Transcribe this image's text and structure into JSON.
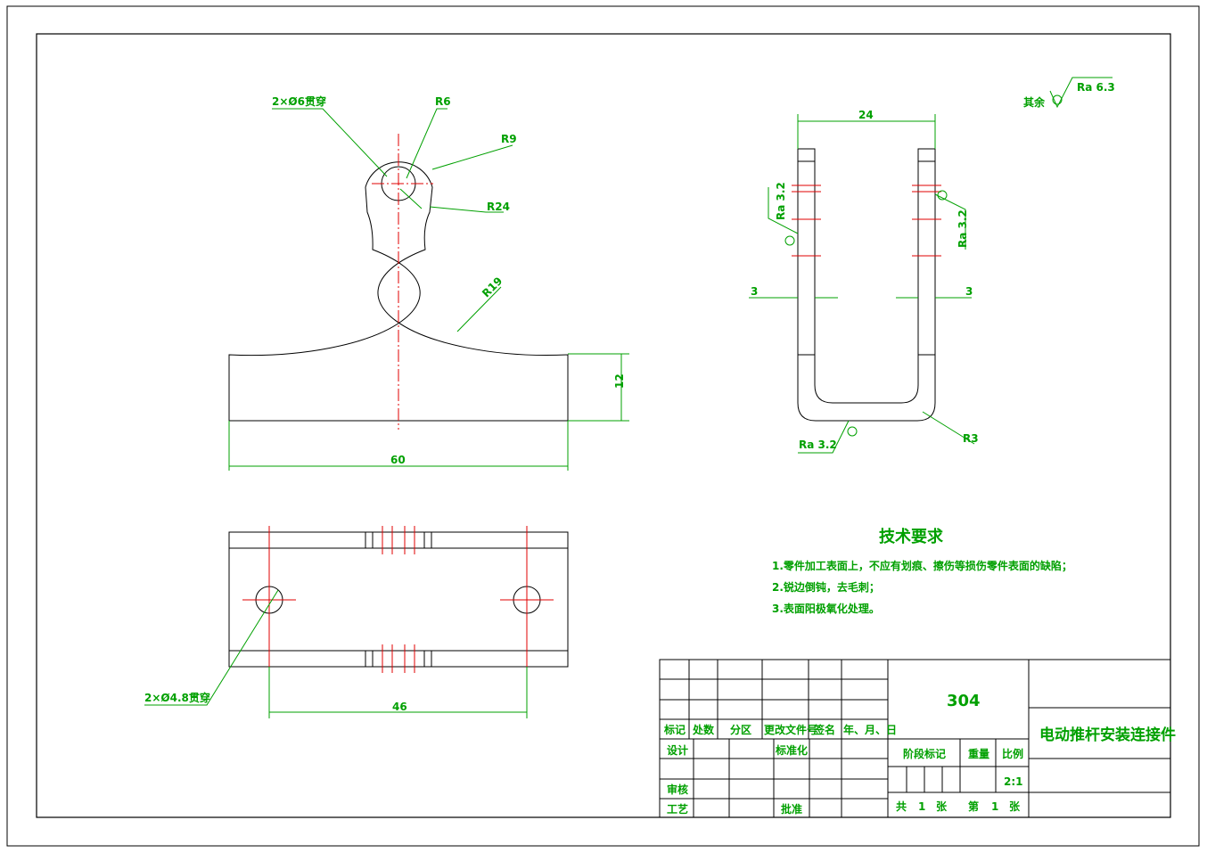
{
  "drawing": {
    "part_number": "304",
    "part_name": "电动推杆安装连接件",
    "scale_label": "比例",
    "scale_value": "2:1",
    "stage_label": "阶段标记",
    "weight_label": "重量",
    "sheets": {
      "total_prefix": "共",
      "total": "1",
      "total_suffix": "张",
      "current_prefix": "第",
      "current": "1",
      "current_suffix": "张"
    }
  },
  "front_view": {
    "callout_hole": "2×Ø6贯穿",
    "callout_r6": "R6",
    "callout_r9": "R9",
    "callout_r24": "R24",
    "callout_r19": "R19",
    "dim_width": "60",
    "dim_height": "12"
  },
  "top_view": {
    "callout_hole": "2×Ø4.8贯穿",
    "dim_spacing": "46"
  },
  "side_view": {
    "dim_width": "24",
    "dim_left_thickness": "3",
    "dim_right_thickness": "3",
    "roughness_left": "Ra 3.2",
    "roughness_right": "Ra 3.2",
    "roughness_bottom": "Ra 3.2",
    "callout_r3": "R3"
  },
  "surface_finish": {
    "label": "其余",
    "value": "Ra 6.3"
  },
  "tech_requirements": {
    "title": "技术要求",
    "items": [
      "1.零件加工表面上，不应有划痕、擦伤等损伤零件表面的缺陷；",
      "2.锐边倒钝，去毛刺；",
      "3.表面阳极氧化处理。"
    ]
  },
  "title_block": {
    "rev_headers": [
      "标记",
      "处数",
      "分区",
      "更改文件号",
      "签名",
      "年、月、日"
    ],
    "design": "设计",
    "standardize": "标准化",
    "review": "审核",
    "process": "工艺",
    "approve": "批准"
  }
}
